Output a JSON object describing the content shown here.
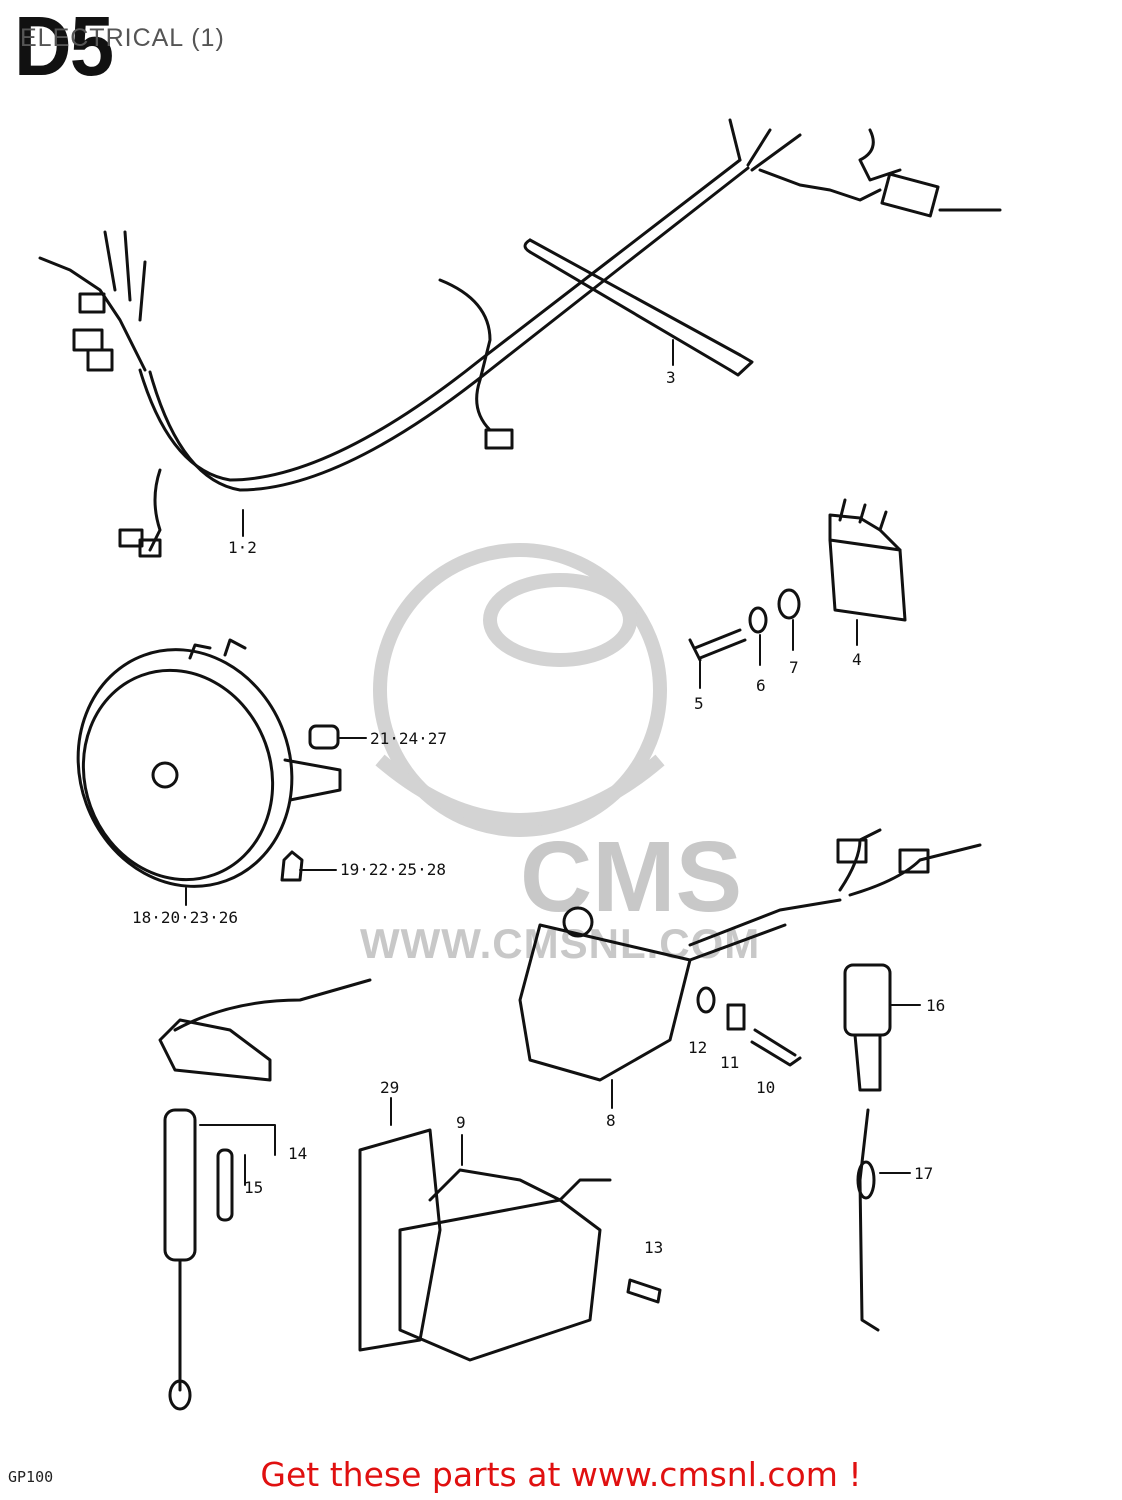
{
  "header": {
    "page_code": "D5",
    "title": "ELECTRICAL (1)"
  },
  "callouts": {
    "c_1_2": "1·2",
    "c_3": "3",
    "c_4": "4",
    "c_5": "5",
    "c_6": "6",
    "c_7": "7",
    "c_8": "8",
    "c_9": "9",
    "c_10": "10",
    "c_11": "11",
    "c_12": "12",
    "c_13": "13",
    "c_14": "14",
    "c_15": "15",
    "c_16": "16",
    "c_17": "17",
    "c_18_20_23_26": "18·20·23·26",
    "c_19_22_25_28": "19·22·25·28",
    "c_21_24_27": "21·24·27",
    "c_29": "29"
  },
  "watermark": {
    "brand": "CMS",
    "url": "WWW.CMSNL.COM"
  },
  "model_code": "GP100",
  "footer": {
    "text": "Get these parts at www.cmsnl.com !",
    "color": "#e01010"
  }
}
